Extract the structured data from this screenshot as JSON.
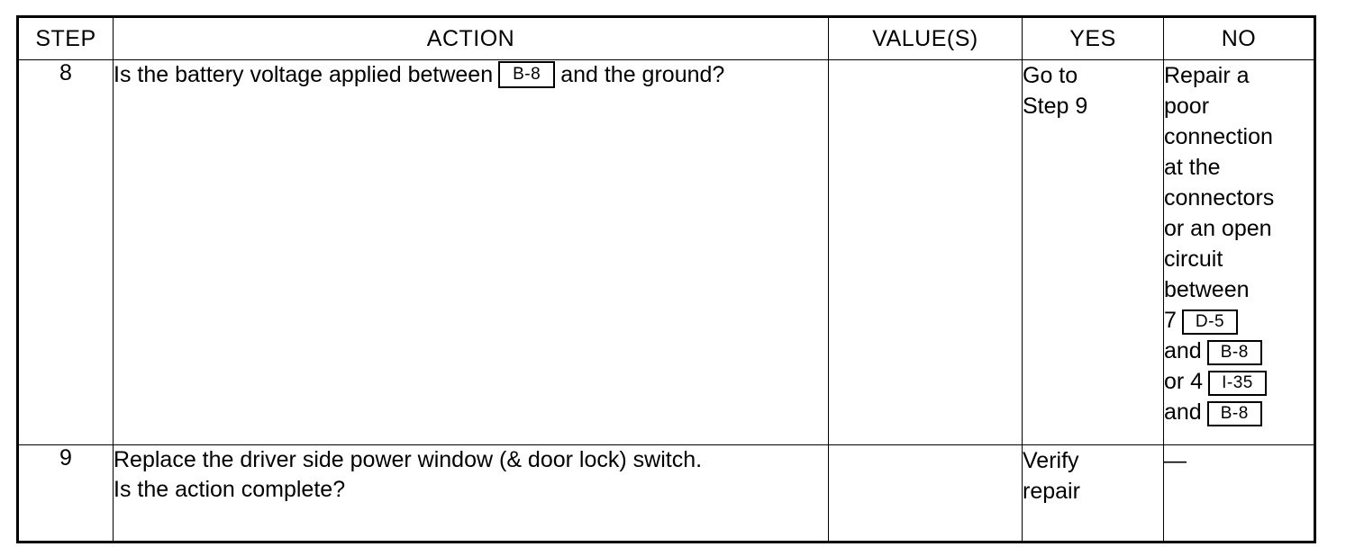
{
  "table": {
    "headers": {
      "step": "STEP",
      "action": "ACTION",
      "value": "VALUE(S)",
      "yes": "YES",
      "no": "NO"
    },
    "rows": [
      {
        "step": "8",
        "action": {
          "text_before": "Is the battery voltage applied between",
          "connector": "B-8",
          "text_after": "and the ground?"
        },
        "value": "",
        "yes_lines": [
          "Go to",
          "Step 9"
        ],
        "no_lines": [
          {
            "text": "Repair a"
          },
          {
            "text": "poor"
          },
          {
            "text": "connection"
          },
          {
            "text": "at the"
          },
          {
            "text": "connectors"
          },
          {
            "text": "or an open"
          },
          {
            "text": "circuit"
          },
          {
            "text": "between"
          },
          {
            "text": "7",
            "connector": "D-5"
          },
          {
            "text": "and",
            "connector": "B-8"
          },
          {
            "text": "or 4",
            "connector": "I-35"
          },
          {
            "text": "and",
            "connector": "B-8"
          }
        ]
      },
      {
        "step": "9",
        "action": {
          "lines": [
            "Replace the driver side power window (& door lock) switch.",
            "Is the action complete?"
          ]
        },
        "value": "",
        "yes_lines": [
          "Verify",
          "repair"
        ],
        "no_lines": [
          {
            "text": "—"
          }
        ]
      }
    ]
  },
  "colors": {
    "border": "#000000",
    "text": "#000000",
    "background": "#ffffff"
  }
}
